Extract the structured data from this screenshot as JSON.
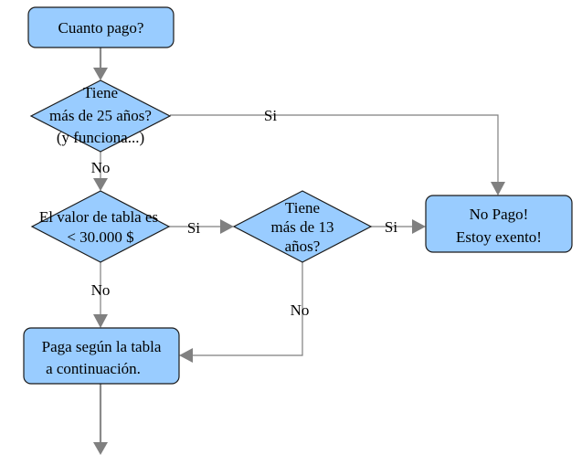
{
  "colors": {
    "box_fill": "#99CCFF",
    "box_stroke": "#1a1a1a",
    "connector": "#808080"
  },
  "nodes": {
    "start": {
      "label": "Cuanto pago?"
    },
    "q_age": {
      "lines": [
        "Tiene",
        "más de 25 años?",
        "(y funciona...)"
      ]
    },
    "q_value": {
      "lines": [
        "El valor de tabla es",
        "< 30.000 $"
      ]
    },
    "q_age13": {
      "lines": [
        "Tiene",
        "más de 13",
        "años?"
      ]
    },
    "exempt": {
      "lines": [
        "No Pago!",
        "Estoy exento!"
      ]
    },
    "pay": {
      "lines": [
        "Paga según la tabla",
        "a continuación."
      ]
    }
  },
  "edges": {
    "age_yes": "Si",
    "age_no": "No",
    "value_yes": "Si",
    "value_no": "No",
    "age13_yes": "Si",
    "age13_no": "No"
  }
}
